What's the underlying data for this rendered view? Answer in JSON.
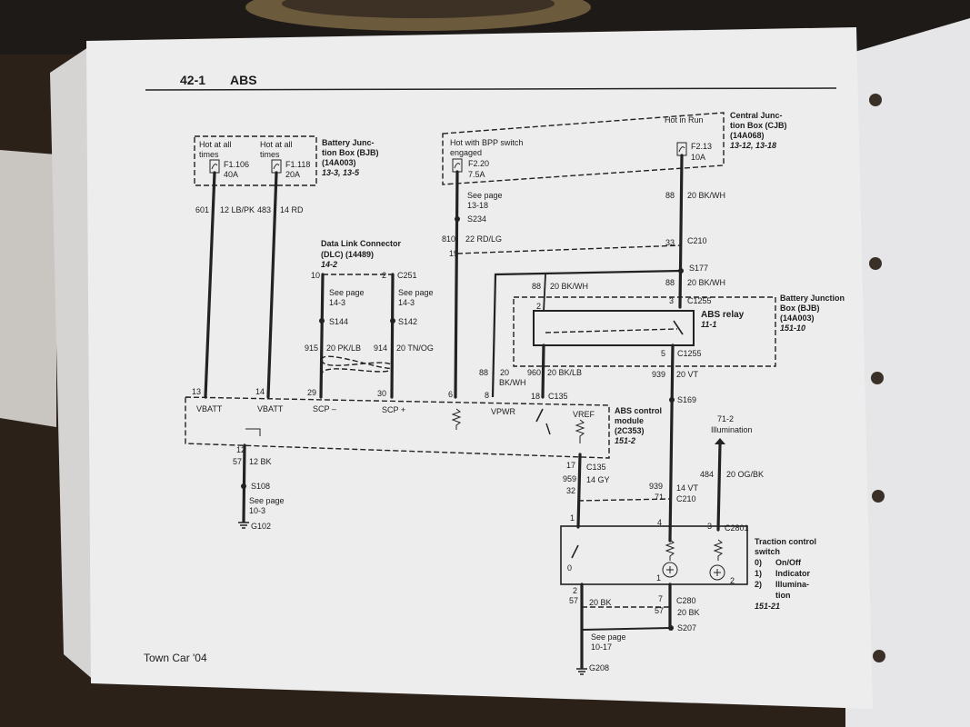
{
  "header": {
    "page": "42-1",
    "system": "ABS"
  },
  "footer": {
    "model": "Town Car '04"
  },
  "bjb_top": {
    "hot_left": [
      "Hot at all",
      "times"
    ],
    "hot_right": [
      "Hot at all",
      "times"
    ],
    "fuse_left": [
      "F1.106",
      "40A"
    ],
    "fuse_right": [
      "F1.118",
      "20A"
    ],
    "title": [
      "Battery Junc-",
      "tion Box (BJB)",
      "(14A003)"
    ],
    "ref": "13-3, 13-5"
  },
  "bpp": {
    "hot": [
      "Hot with BPP switch",
      "engaged"
    ],
    "fuse": [
      "F2.20",
      "7.5A"
    ]
  },
  "cjb": {
    "hot": "Hot in Run",
    "fuse": [
      "F2.13",
      "10A"
    ],
    "title": [
      "Central Junc-",
      "tion Box (CJB)",
      "(14A068)"
    ],
    "ref": "13-12, 13-18"
  },
  "wires": {
    "w601": [
      "601",
      "12 LB/PK"
    ],
    "w483": [
      "483",
      "14 RD"
    ],
    "w88_top": [
      "88",
      "20 BK/WH"
    ],
    "w810": [
      "810",
      "22 RD/LG"
    ],
    "w88_mid": [
      "88",
      "20 BK/WH"
    ],
    "w88_right": [
      "88",
      "20 BK/WH"
    ],
    "w915": [
      "915",
      "20 PK/LB"
    ],
    "w914": [
      "914",
      "20 TN/OG"
    ],
    "w88_vpwr": [
      "88",
      "20",
      "BK/WH"
    ],
    "w960": [
      "960",
      "20 BK/LB"
    ],
    "w939": [
      "939",
      "20 VT"
    ],
    "w57_left": [
      "57",
      "12 BK"
    ],
    "w959": [
      "959",
      "14 GY"
    ],
    "w939_low": [
      "939",
      "14 VT"
    ],
    "w484": [
      "484",
      "20 OG/BK"
    ],
    "w57_bl": [
      "57",
      "20 BK"
    ],
    "w57_br": [
      "57",
      "20 BK"
    ]
  },
  "connectors": {
    "c210_top": "C210",
    "c210_pin": "33",
    "c251": "C251",
    "c251_pin_l": "10",
    "c251_pin_r": "2",
    "c1255_top": "C1255",
    "c1255_top_pin": "3",
    "c1255_bot": "C1255",
    "c1255_bot_pin": "5",
    "c135_top": "C135",
    "c135_pin": "18",
    "c135_low": "C135",
    "c135_low_pin": "17",
    "c210_low": "C210",
    "c210_low_pin_l": "32",
    "c210_low_pin_r": "71",
    "c2801": "C2801",
    "c2801_pin": "3",
    "c280": "C280",
    "pin19": "19",
    "pin4": "4",
    "pin1": "1",
    "pin2_relay": "2",
    "pin2_sw": "2",
    "pin7_sw": "7",
    "pin12": "12",
    "pin2_lamp": "2",
    "pin1_lamp": "1",
    "pin0_sw": "0"
  },
  "splices": {
    "s234": "S234",
    "s177": "S177",
    "s144": "S144",
    "s142": "S142",
    "s169": "S169",
    "s108": "S108",
    "s207": "S207"
  },
  "grounds": {
    "g102": "G102",
    "g208": "G208"
  },
  "see_page": {
    "sp_bpp": [
      "See page",
      "13-18"
    ],
    "sp_144": [
      "See page",
      "14-3"
    ],
    "sp_142": [
      "See page",
      "14-3"
    ],
    "sp_108": [
      "See page",
      "10-3"
    ],
    "sp_208": [
      "See page",
      "10-17"
    ]
  },
  "dlc": {
    "title": [
      "Data Link Connector",
      "(DLC) (14489)"
    ],
    "ref": "14-2"
  },
  "relay_box": {
    "title": [
      "Battery Junction",
      "Box (BJB)",
      "(14A003)"
    ],
    "ref": "151-10",
    "relay": "ABS relay",
    "relay_ref": "11-1"
  },
  "abs_module": {
    "title": [
      "ABS control",
      "module",
      "(2C353)"
    ],
    "ref": "151-2",
    "pins": [
      "13",
      "14",
      "29",
      "30",
      "6",
      "8"
    ],
    "labels": [
      "VBATT",
      "VBATT",
      "SCP –",
      "SCP +",
      "VPWR",
      "VREF"
    ]
  },
  "illumination": [
    "71-2",
    "Illumination"
  ],
  "traction": {
    "title": [
      "Traction control",
      "switch"
    ],
    "items": [
      [
        "0)",
        "On/Off"
      ],
      [
        "1)",
        "Indicator"
      ],
      [
        "2)",
        "Illumina-"
      ],
      [
        "",
        "tion"
      ]
    ],
    "ref": "151-21"
  }
}
